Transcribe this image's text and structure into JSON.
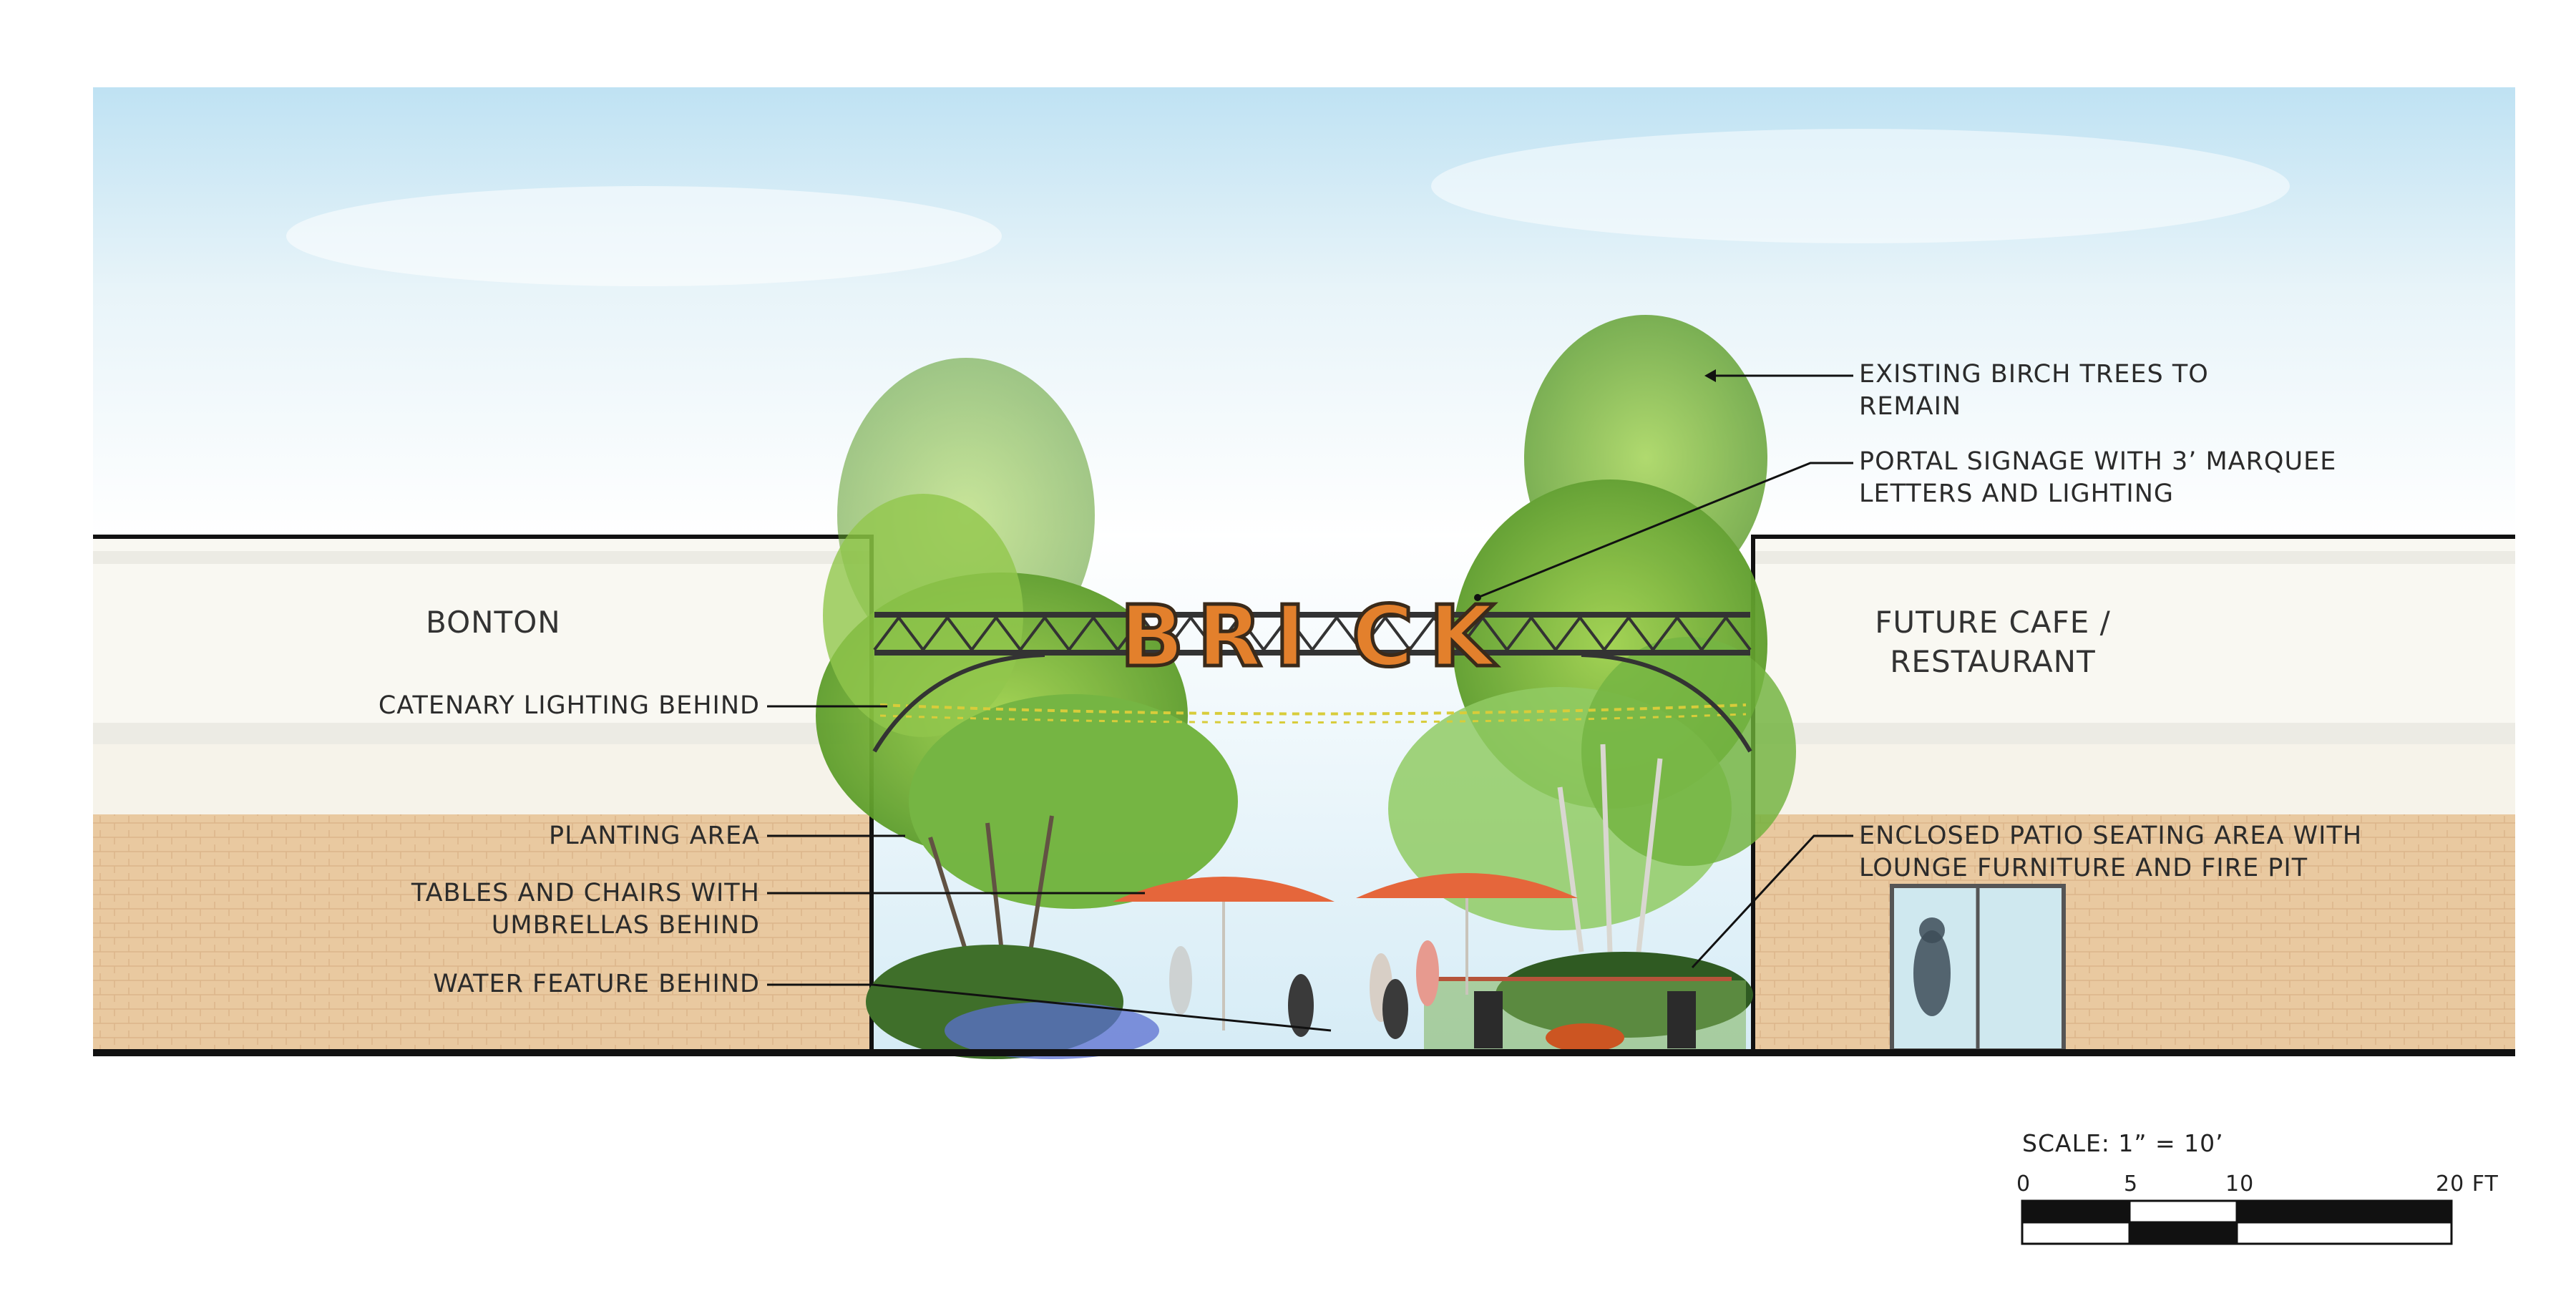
{
  "sign": {
    "letters": [
      "B",
      "R",
      "I",
      "C",
      "K"
    ]
  },
  "buildings": {
    "left_name": "BONTON",
    "right_name_line1": "FUTURE CAFE /",
    "right_name_line2": "RESTAURANT"
  },
  "callouts": {
    "birch_line1": "EXISTING BIRCH TREES TO",
    "birch_line2": "REMAIN",
    "portal_line1": "PORTAL SIGNAGE WITH 3’ MARQUEE",
    "portal_line2": "LETTERS AND LIGHTING",
    "catenary": "CATENARY LIGHTING BEHIND",
    "planting": "PLANTING AREA",
    "tables_line1": "TABLES AND CHAIRS WITH",
    "tables_line2": "UMBRELLAS BEHIND",
    "water": "WATER FEATURE BEHIND",
    "patio_line1": "ENCLOSED PATIO SEATING AREA WITH",
    "patio_line2": "LOUNGE FURNITURE AND FIRE PIT"
  },
  "scale": {
    "label": "SCALE: 1” = 10’",
    "ticks": [
      "0",
      "5",
      "10",
      "20 FT"
    ]
  },
  "colors": {
    "sky": "#cfe7f3",
    "facade_upper": "#f8f6ee",
    "facade_lower": "#e8c9a0",
    "sign_orange": "#e3802c",
    "umbrella": "#e5663b",
    "foliage": "#7cbf3d"
  }
}
